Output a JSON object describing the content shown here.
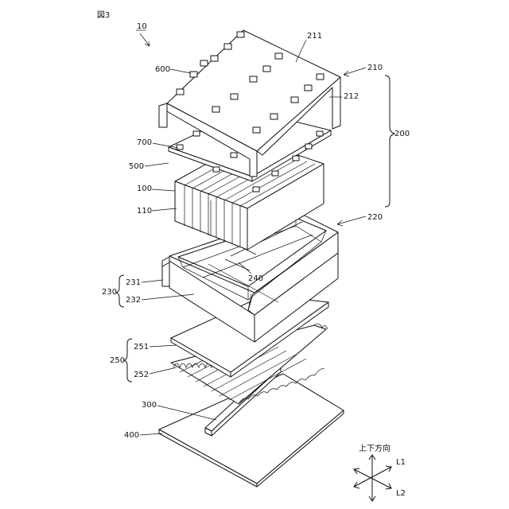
{
  "figure": {
    "title": "図3",
    "assembly_ref": "10",
    "direction": {
      "vertical_label": "上下方向",
      "axis1_label": "L1",
      "axis2_label": "L2"
    },
    "labels": {
      "211": "211",
      "600": "600",
      "210": "210",
      "212": "212",
      "700": "700",
      "200": "200",
      "500": "500",
      "100": "100",
      "110": "110",
      "220": "220",
      "231": "231",
      "230": "230",
      "232": "232",
      "240": "240",
      "251": "251",
      "250": "250",
      "252": "252",
      "300": "300",
      "400": "400"
    }
  }
}
